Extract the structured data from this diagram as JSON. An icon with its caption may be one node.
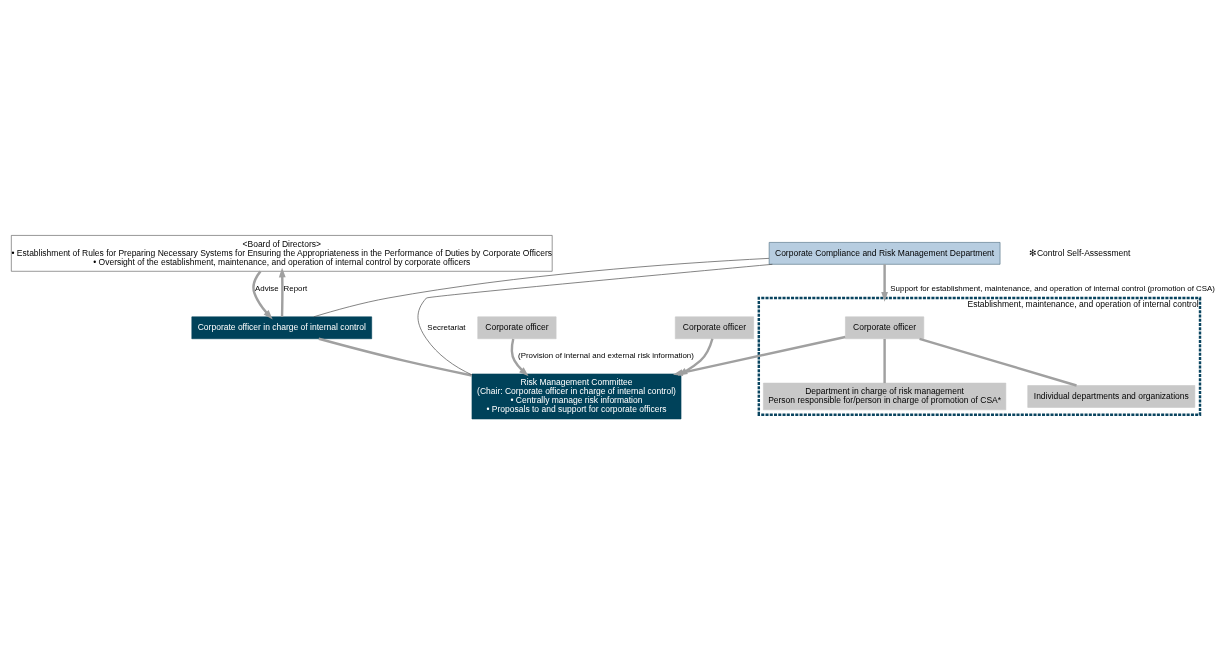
{
  "diagram": {
    "nodes": [
      {
        "text": [
          "<Board of Directors>",
          "• Establishment of Rules for Preparing Necessary Systems for Ensuring the Appropriateness in the Performance of Duties by Corporate Officers",
          "• Oversight of the establishment, maintenance, and operation of internal control by corporate officers"
        ]
      },
      {
        "text": [
          "Corporate officer in charge of internal control"
        ]
      },
      {
        "text": [
          "Risk Management Committee",
          "(Chair: Corporate officer in charge of internal control)",
          "• Centrally manage risk information",
          "• Proposals to and support for corporate officers"
        ]
      },
      {
        "text": [
          "Corporate Compliance and Risk Management Department"
        ]
      },
      {
        "text": [
          "Corporate officer"
        ]
      },
      {
        "text": [
          "Corporate officer"
        ]
      },
      {
        "text": [
          "Establishment, maintenance, and operation of internal control"
        ]
      },
      {
        "text": [
          "Corporate officer"
        ],
        "in": 6
      },
      {
        "text": [
          "Department in charge of risk management",
          "Person responsible for/person in charge of promotion of CSA*"
        ],
        "in": 6
      },
      {
        "text": [
          "Individual departments and organizations"
        ],
        "in": 6
      }
    ],
    "edges": [
      {
        "from": 0,
        "to": 1,
        "arrow": "to",
        "label": "Advise"
      },
      {
        "from": 1,
        "to": 0,
        "arrow": "to",
        "label": "Report"
      },
      {
        "from": 1,
        "to": 2,
        "arrow": "none"
      },
      {
        "from": 1,
        "to": 3,
        "arrow": "none",
        "color": "#555555"
      },
      {
        "from": 2,
        "to": 3,
        "arrow": "none",
        "label": "Secretariat",
        "color": "#555555"
      },
      {
        "from": 4,
        "to": 2,
        "arrow": "to",
        "label": "(Provision of internal and external risk information)"
      },
      {
        "from": 5,
        "to": 2,
        "arrow": "to"
      },
      {
        "from": 7,
        "to": 2,
        "arrow": "to"
      },
      {
        "from": 3,
        "to": 6,
        "arrow": "to",
        "label": "Support for establishment, maintenance, and operation of internal control (promotion of CSA)"
      },
      {
        "from": 7,
        "to": 9,
        "arrow": "none"
      },
      {
        "from": 7,
        "to": 8,
        "arrow": "none"
      }
    ],
    "labels": [
      "✻Control Self-Assessment"
    ]
  }
}
